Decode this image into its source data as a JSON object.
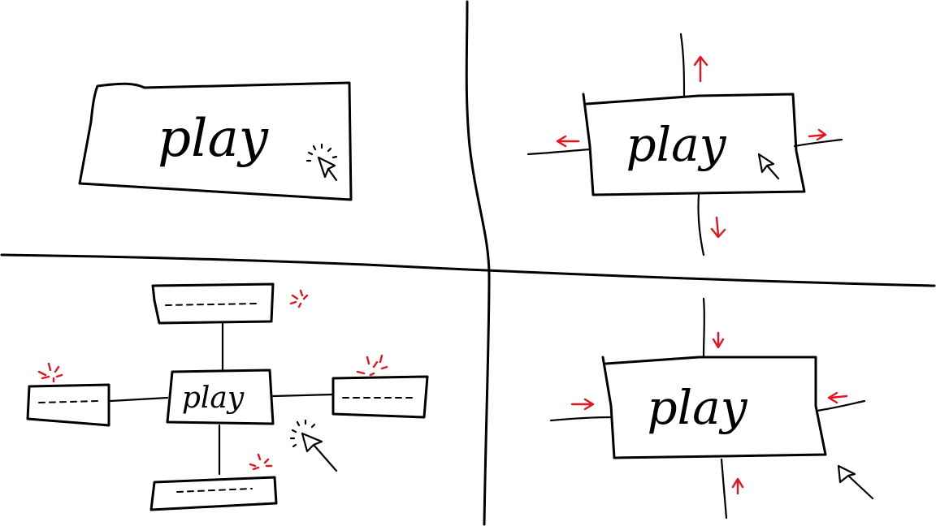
{
  "panels": [
    {
      "id": "top-left",
      "button_label": "play"
    },
    {
      "id": "top-right",
      "button_label": "play"
    },
    {
      "id": "bottom-left",
      "button_label": "play"
    },
    {
      "id": "bottom-right",
      "button_label": "play"
    }
  ],
  "colors": {
    "ink": "#000000",
    "accent": "#e8131f",
    "background": "#ffffff"
  }
}
